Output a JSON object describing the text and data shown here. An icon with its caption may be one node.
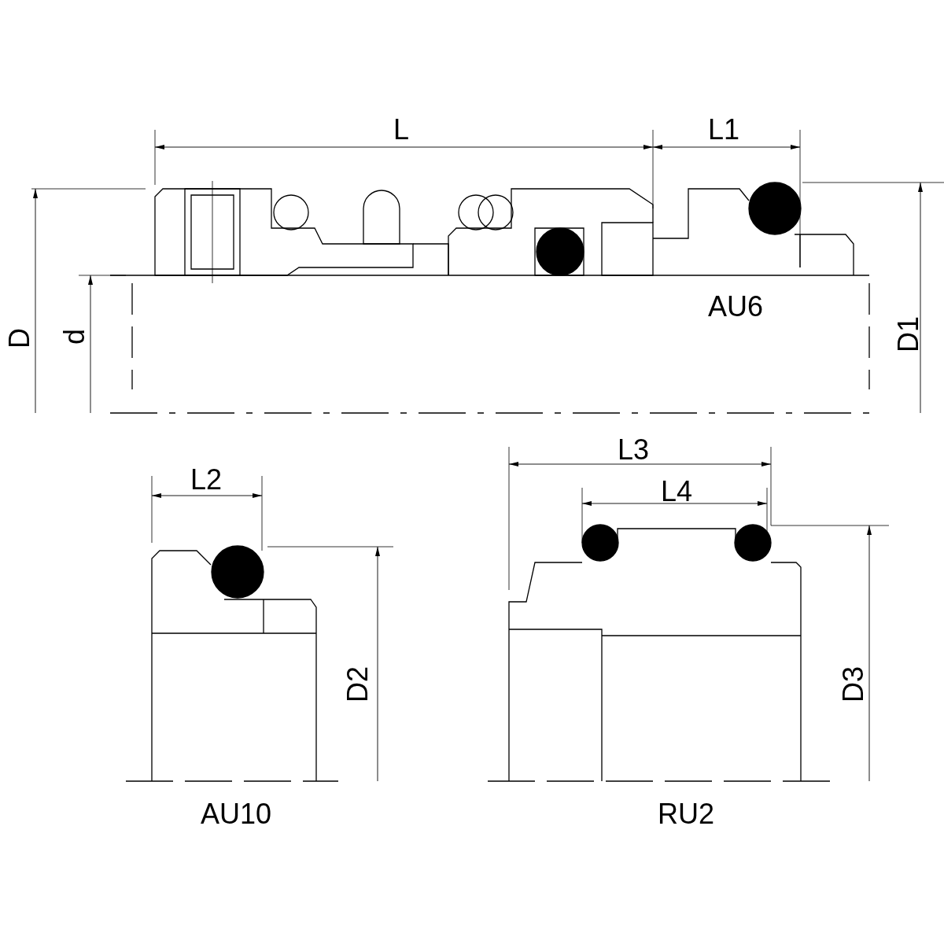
{
  "diagram": {
    "labels": [
      "L",
      "L1",
      "D",
      "d",
      "AU6",
      "D1",
      "L3",
      "L2",
      "L4",
      "D2",
      "D3",
      "AU10",
      "RU2"
    ]
  }
}
